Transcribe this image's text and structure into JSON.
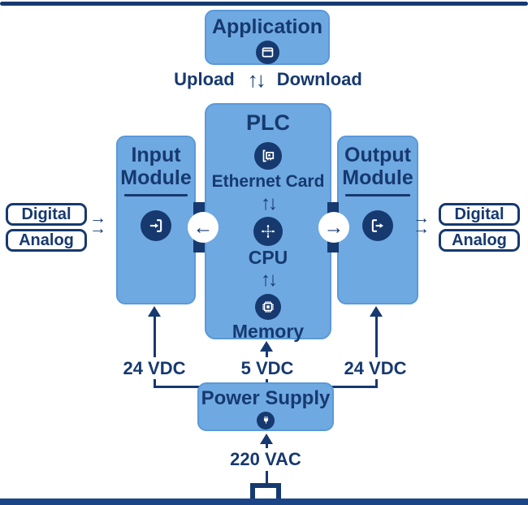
{
  "colors": {
    "box_fill": "#6FA9E1",
    "box_border": "#5A99DA",
    "navy": "#16396F",
    "bottom_bar": "#1C4587",
    "background": "#FFFFFF"
  },
  "application": {
    "title": "Application"
  },
  "transfer": {
    "upload_label": "Upload",
    "download_label": "Download"
  },
  "plc": {
    "title": "PLC",
    "components": [
      {
        "label": "Ethernet Card"
      },
      {
        "label": "CPU"
      },
      {
        "label": "Memory"
      }
    ]
  },
  "input_module": {
    "title_line1": "Input",
    "title_line2": "Module"
  },
  "output_module": {
    "title_line1": "Output",
    "title_line2": "Module"
  },
  "left_signals": {
    "items": [
      "Digital",
      "Analog"
    ]
  },
  "right_signals": {
    "items": [
      "Digital",
      "Analog"
    ]
  },
  "power_supply": {
    "title": "Power Supply"
  },
  "power_labels": {
    "left": "24 VDC",
    "center": "5 VDC",
    "right": "24 VDC",
    "mains": "220 VAC"
  },
  "icons": {
    "up_down_arrows": "↑↓",
    "left_arrow": "←",
    "right_arrow": "→"
  }
}
